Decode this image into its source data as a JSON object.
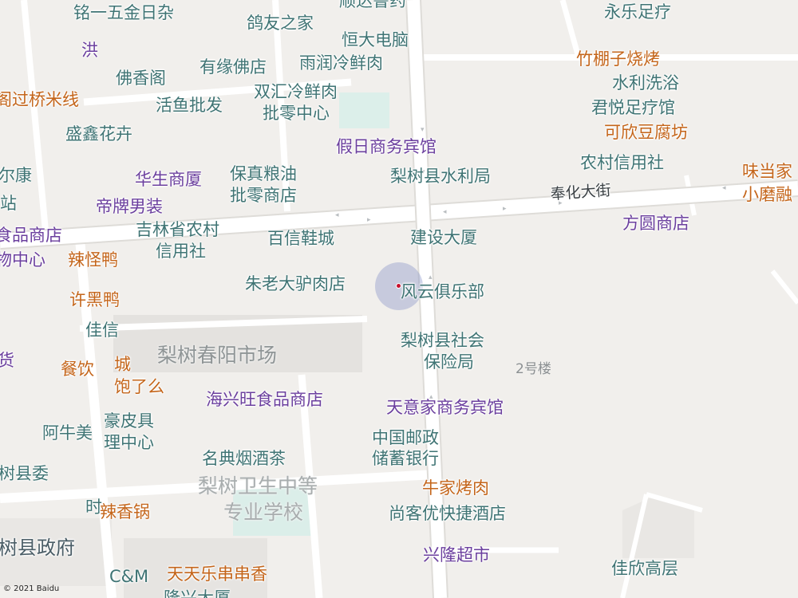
{
  "labels": {
    "l01": "铭一五金日杂",
    "l02": "顺达鲁药",
    "l03": "鸽友之家",
    "l04": "永乐足疗",
    "l05": "恒大电脑",
    "l06": "洪",
    "l07": "竹棚子烧烤",
    "l08": "有缘佛店",
    "l09": "雨润冷鲜肉",
    "l10": "佛香阁",
    "l11": "水利洗浴",
    "l12": "双汇冷鲜肉",
    "l13": "批零中心",
    "l14": "阁过桥米线",
    "l15": "活鱼批发",
    "l16": "君悦足疗馆",
    "l17": "盛鑫花卉",
    "l18": "可欣豆腐坊",
    "l19": "假日商务宾馆",
    "l20": "农村信用社",
    "l21": "味当家",
    "l22": "尔康",
    "l23": "华生商厦",
    "l24": "保真粮油",
    "l25": "批零商店",
    "l26": "梨树县水利局",
    "l27": "小磨融",
    "l28": "站",
    "l29": "帝牌男装",
    "l30": "奉化大街",
    "l31": "方圆商店",
    "l32": "食品商店",
    "l33": "吉林省农村",
    "l34": "信用社",
    "l35": "百信鞋城",
    "l36": "建设大厦",
    "l37": "物中心",
    "l38": "辣怪鸭",
    "l39": "朱老大驴肉店",
    "l40": "风云俱乐部",
    "l41": "许黑鸭",
    "l42": "佳信",
    "l43": "梨树县社会",
    "l44": "保险局",
    "l45": "梨树春阳市场",
    "l46": "货",
    "l47": "餐饮",
    "l48": "城",
    "l49": "2号楼",
    "l50": "饱了么",
    "l51": "海兴旺食品商店",
    "l52": "天意家商务宾馆",
    "l53": "豪皮具",
    "l54": "阿牛美",
    "l55": "理中心",
    "l56": "中国邮政",
    "l57": "储蓄银行",
    "l58": "名典烟酒茶",
    "l59": "树县委",
    "l60": "梨树卫生中等",
    "l61": "牛家烤肉",
    "l62": "专业学校",
    "l63": "时",
    "l64": "辣香锅",
    "l65": "尚客优快捷酒店",
    "l66": "树县政府",
    "l67": "兴隆超市",
    "l68": "佳欣高层",
    "l69": "C&M",
    "l70": "天天乐串串香",
    "l71": "隆兴大厦"
  },
  "credit": "© 2021 Baidu",
  "colors": {
    "background": "#f1efec",
    "road": "#ffffff",
    "block": "#e6e4e1",
    "green": "#dbeee9",
    "poi_teal": "#3f7474",
    "poi_purple": "#6b3f9e",
    "poi_orange": "#c4651a",
    "location_marker": "#c8102e"
  }
}
